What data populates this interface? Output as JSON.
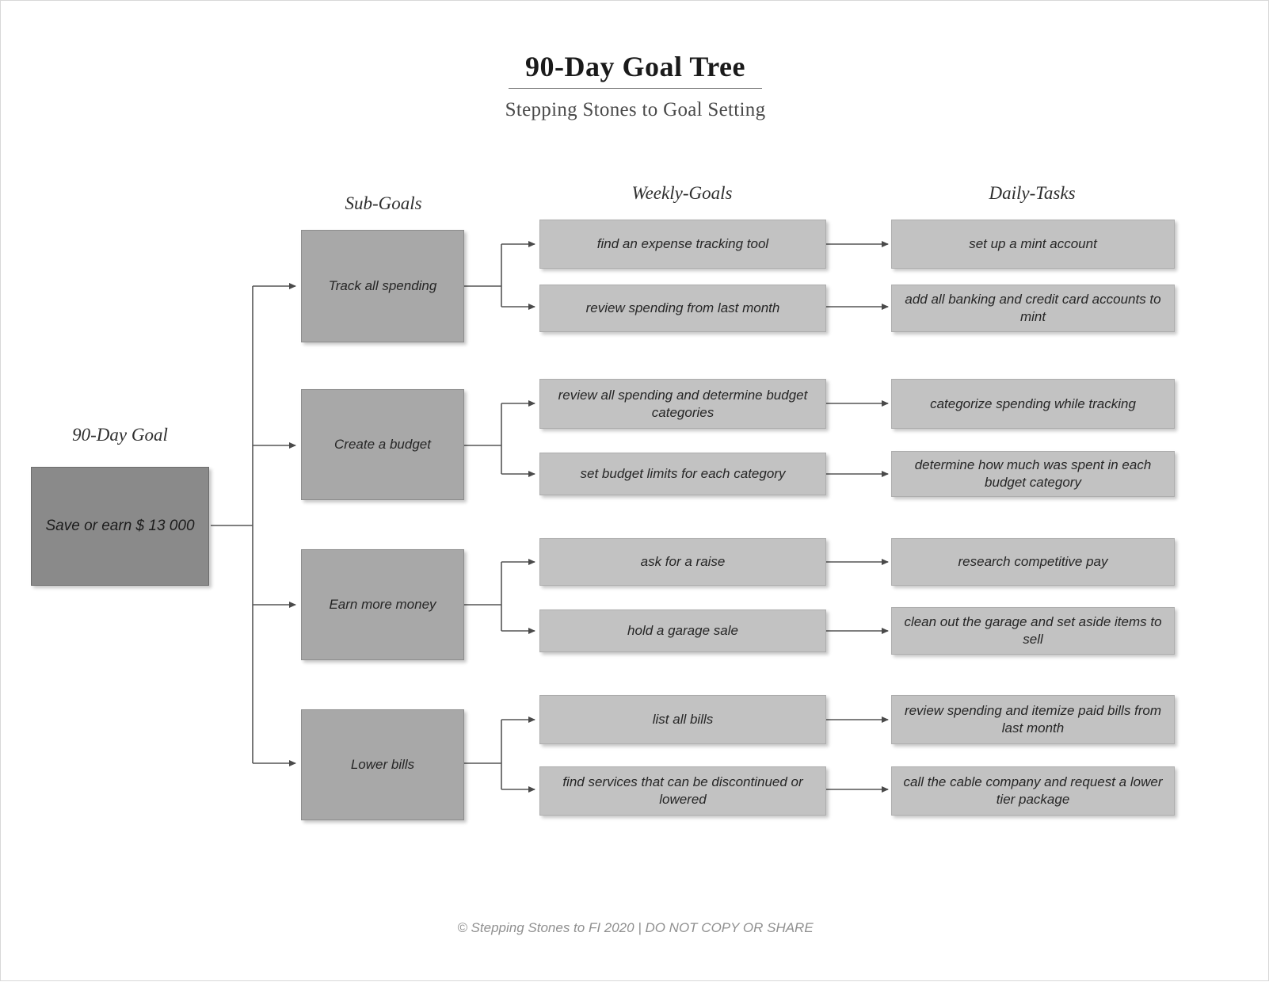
{
  "header": {
    "title": "90-Day Goal Tree",
    "subtitle": "Stepping Stones to Goal Setting"
  },
  "columns": {
    "main_goal": "90-Day Goal",
    "sub_goals": "Sub-Goals",
    "weekly_goals": "Weekly-Goals",
    "daily_tasks": "Daily-Tasks"
  },
  "main_goal": {
    "text": "Save or earn $ 13 000"
  },
  "branches": [
    {
      "sub_goal": "Track all spending",
      "rows": [
        {
          "weekly": "find an expense tracking tool",
          "daily": "set up a mint account"
        },
        {
          "weekly": "review spending from last month",
          "daily": "add all banking and credit card accounts to mint"
        }
      ]
    },
    {
      "sub_goal": "Create a budget",
      "rows": [
        {
          "weekly": "review all spending and determine budget categories",
          "daily": "categorize spending while tracking"
        },
        {
          "weekly": "set budget limits for each category",
          "daily": "determine how much was spent in each budget category"
        }
      ]
    },
    {
      "sub_goal": "Earn more money",
      "rows": [
        {
          "weekly": "ask for a raise",
          "daily": "research competitive pay"
        },
        {
          "weekly": "hold a garage sale",
          "daily": "clean out the garage and set aside items to sell"
        }
      ]
    },
    {
      "sub_goal": "Lower bills",
      "rows": [
        {
          "weekly": "list all bills",
          "daily": "review spending and itemize paid bills from last month"
        },
        {
          "weekly": "find services that can be discontinued or lowered",
          "daily": "call the cable company and request a lower tier package"
        }
      ]
    }
  ],
  "footer": {
    "text": "© Stepping Stones to FI 2020  |  DO NOT COPY OR SHARE"
  },
  "colors": {
    "main_goal_fill": "#8a8a8a",
    "sub_goal_fill": "#a8a8a8",
    "leaf_fill": "#c2c2c2",
    "connector": "#555555",
    "page_background": "#ffffff"
  }
}
